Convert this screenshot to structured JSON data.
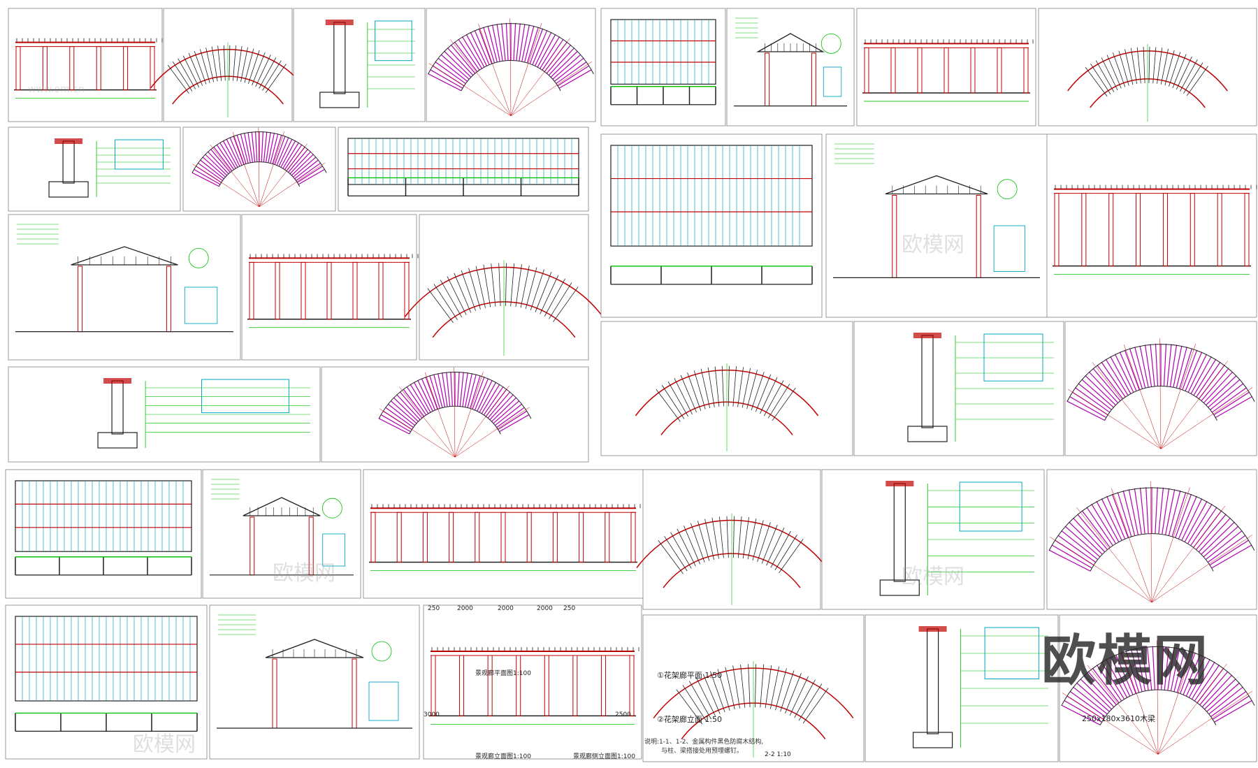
{
  "sheet_title": "",
  "panels": [
    {
      "caption": ""
    },
    {
      "caption": ""
    },
    {
      "caption": ""
    },
    {
      "caption": ""
    },
    {
      "caption": ""
    },
    {
      "caption": ""
    },
    {
      "caption": ""
    },
    {
      "caption": ""
    },
    {
      "caption": ""
    },
    {
      "caption": ""
    },
    {
      "caption": ""
    },
    {
      "caption": ""
    },
    {
      "caption": ""
    },
    {
      "caption": ""
    },
    {
      "caption": ""
    },
    {
      "caption": ""
    },
    {
      "caption": ""
    },
    {
      "caption": ""
    },
    {
      "caption": ""
    },
    {
      "caption": ""
    },
    {
      "caption": ""
    },
    {
      "caption": ""
    },
    {
      "caption": ""
    },
    {
      "caption": ""
    },
    {
      "caption": ""
    },
    {
      "caption": ""
    },
    {
      "caption": ""
    },
    {
      "caption": ""
    },
    {
      "caption": ""
    },
    {
      "caption": ""
    },
    {
      "caption": ""
    },
    {
      "caption": ""
    }
  ],
  "labels": {
    "plan_1_50": "①花架廊平面 1:50",
    "elev_1_50": "②花架廊立面 1:50",
    "plan_1_100": "景观廊平面图1:100",
    "front_1_100": "景观廊立面图1:100",
    "side_1_100": "景观廊侧立面图1:100",
    "section_1_10": "2-2 1:10",
    "beam_size": "250x180x3610木梁",
    "note_text": "说明:1-1、1-2、金属构件黑色防腐木结构,",
    "note_text2": "与柱、梁搭接处用预埋螺钉。",
    "dim_2000": "2000",
    "dim_2000b": "2000",
    "dim_2000c": "2000",
    "dim_250a": "250",
    "dim_250b": "250",
    "dim_3000": "3000",
    "dim_2500": "2500"
  },
  "watermark": {
    "main": "欧模网",
    "faint": "欧模网",
    "url": "www.om.cn"
  },
  "colors": {
    "sheet_bg": "#ffffff",
    "frame": "#9a9a9a",
    "cad_green": "#00c000",
    "cad_red": "#c00000",
    "cad_cyan": "#00a7c4",
    "cad_magenta": "#b000b0",
    "cad_black": "#202020"
  }
}
